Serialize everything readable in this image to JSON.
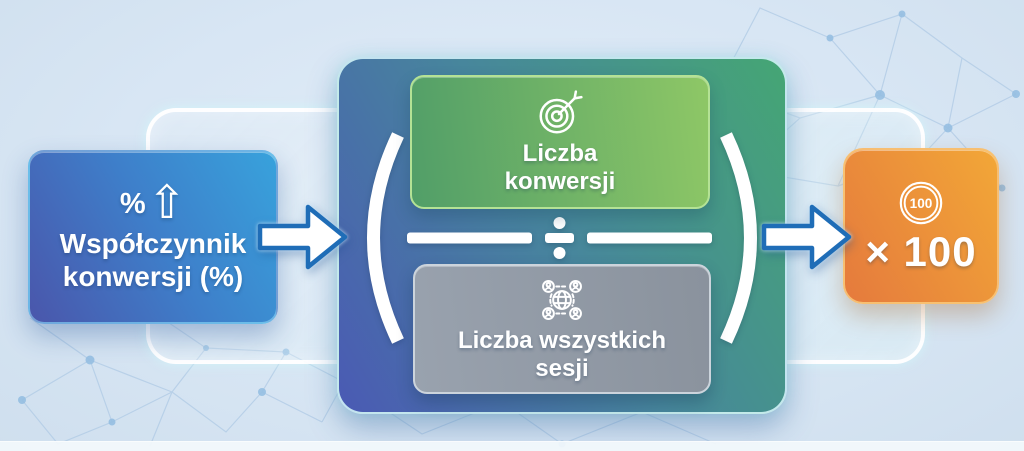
{
  "left_box": {
    "label_lines": [
      "Współczynnik",
      "konwersji (%)"
    ],
    "icon": {
      "percent_glyph": "%",
      "arrow_glyph": "⇧"
    }
  },
  "formula_panel": {
    "numerator": {
      "label_lines": [
        "Liczba",
        "konwersji"
      ]
    },
    "denominator": {
      "label_lines": [
        "Liczba wszystkich",
        "sesji"
      ]
    },
    "operator": "÷"
  },
  "multiplier_box": {
    "label": "× 100",
    "badge_value": "100"
  },
  "colors": {
    "bg": "#d8e6f4",
    "leftbox_a": "#4a56ab",
    "leftbox_b": "#38a2dc",
    "panel_a": "#4a5ab4",
    "panel_b": "#45a674",
    "num_a": "#519e68",
    "num_b": "#8ec766",
    "den_a": "#99a2ae",
    "den_b": "#8a929d",
    "mult_a": "#e57a3d",
    "mult_b": "#f2a737",
    "arrow": "#1f6db7"
  }
}
